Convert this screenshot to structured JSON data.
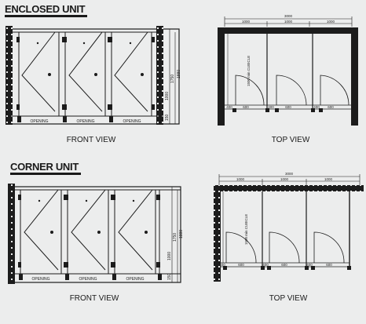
{
  "enclosed": {
    "title": "ENCLOSED UNIT",
    "front": {
      "label": "FRONT VIEW",
      "openings": [
        "OPENING",
        "OPENING",
        "OPENING"
      ],
      "dims": [
        "1880",
        "1750",
        "1000",
        "150"
      ]
    },
    "top": {
      "label": "TOP VIEW",
      "overall": "3000",
      "bays": [
        "1000",
        "1000",
        "1000"
      ],
      "depth": "1500 min CUBICLE",
      "doors": [
        "600",
        "600",
        "600"
      ],
      "panels": [
        "400",
        "400",
        "400"
      ]
    }
  },
  "corner": {
    "title": "CORNER UNIT",
    "front": {
      "label": "FRONT VIEW",
      "openings": [
        "OPENING",
        "OPENING",
        "OPENING"
      ],
      "dims": [
        "1880",
        "1750",
        "1000",
        "150"
      ]
    },
    "top": {
      "label": "TOP VIEW",
      "overall": "3000",
      "bays": [
        "1000",
        "1000",
        "1000"
      ],
      "depth": "1500 min CUBICLE",
      "doors": [
        "600",
        "600",
        "600"
      ],
      "panels": [
        "400",
        "400",
        "400"
      ]
    }
  }
}
